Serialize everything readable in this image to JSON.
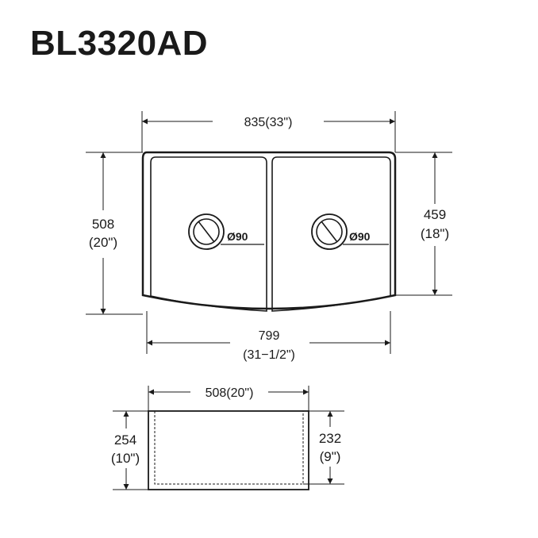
{
  "title": "BL3320AD",
  "top_view": {
    "overall_width": "835(33\")",
    "front_width_mm": "799",
    "front_width_in": "(31−1/2\")",
    "left_depth_mm": "508",
    "left_depth_in": "(20\")",
    "bowl_depth_mm": "459",
    "bowl_depth_in": "(18\")",
    "drain_left": "Ø90",
    "drain_right": "Ø90"
  },
  "side_view": {
    "width": "508(20\")",
    "outer_height_mm": "254",
    "outer_height_in": "(10\")",
    "inner_height_mm": "232",
    "inner_height_in": "(9\")"
  },
  "colors": {
    "line": "#1a1a1a",
    "background": "#ffffff"
  }
}
